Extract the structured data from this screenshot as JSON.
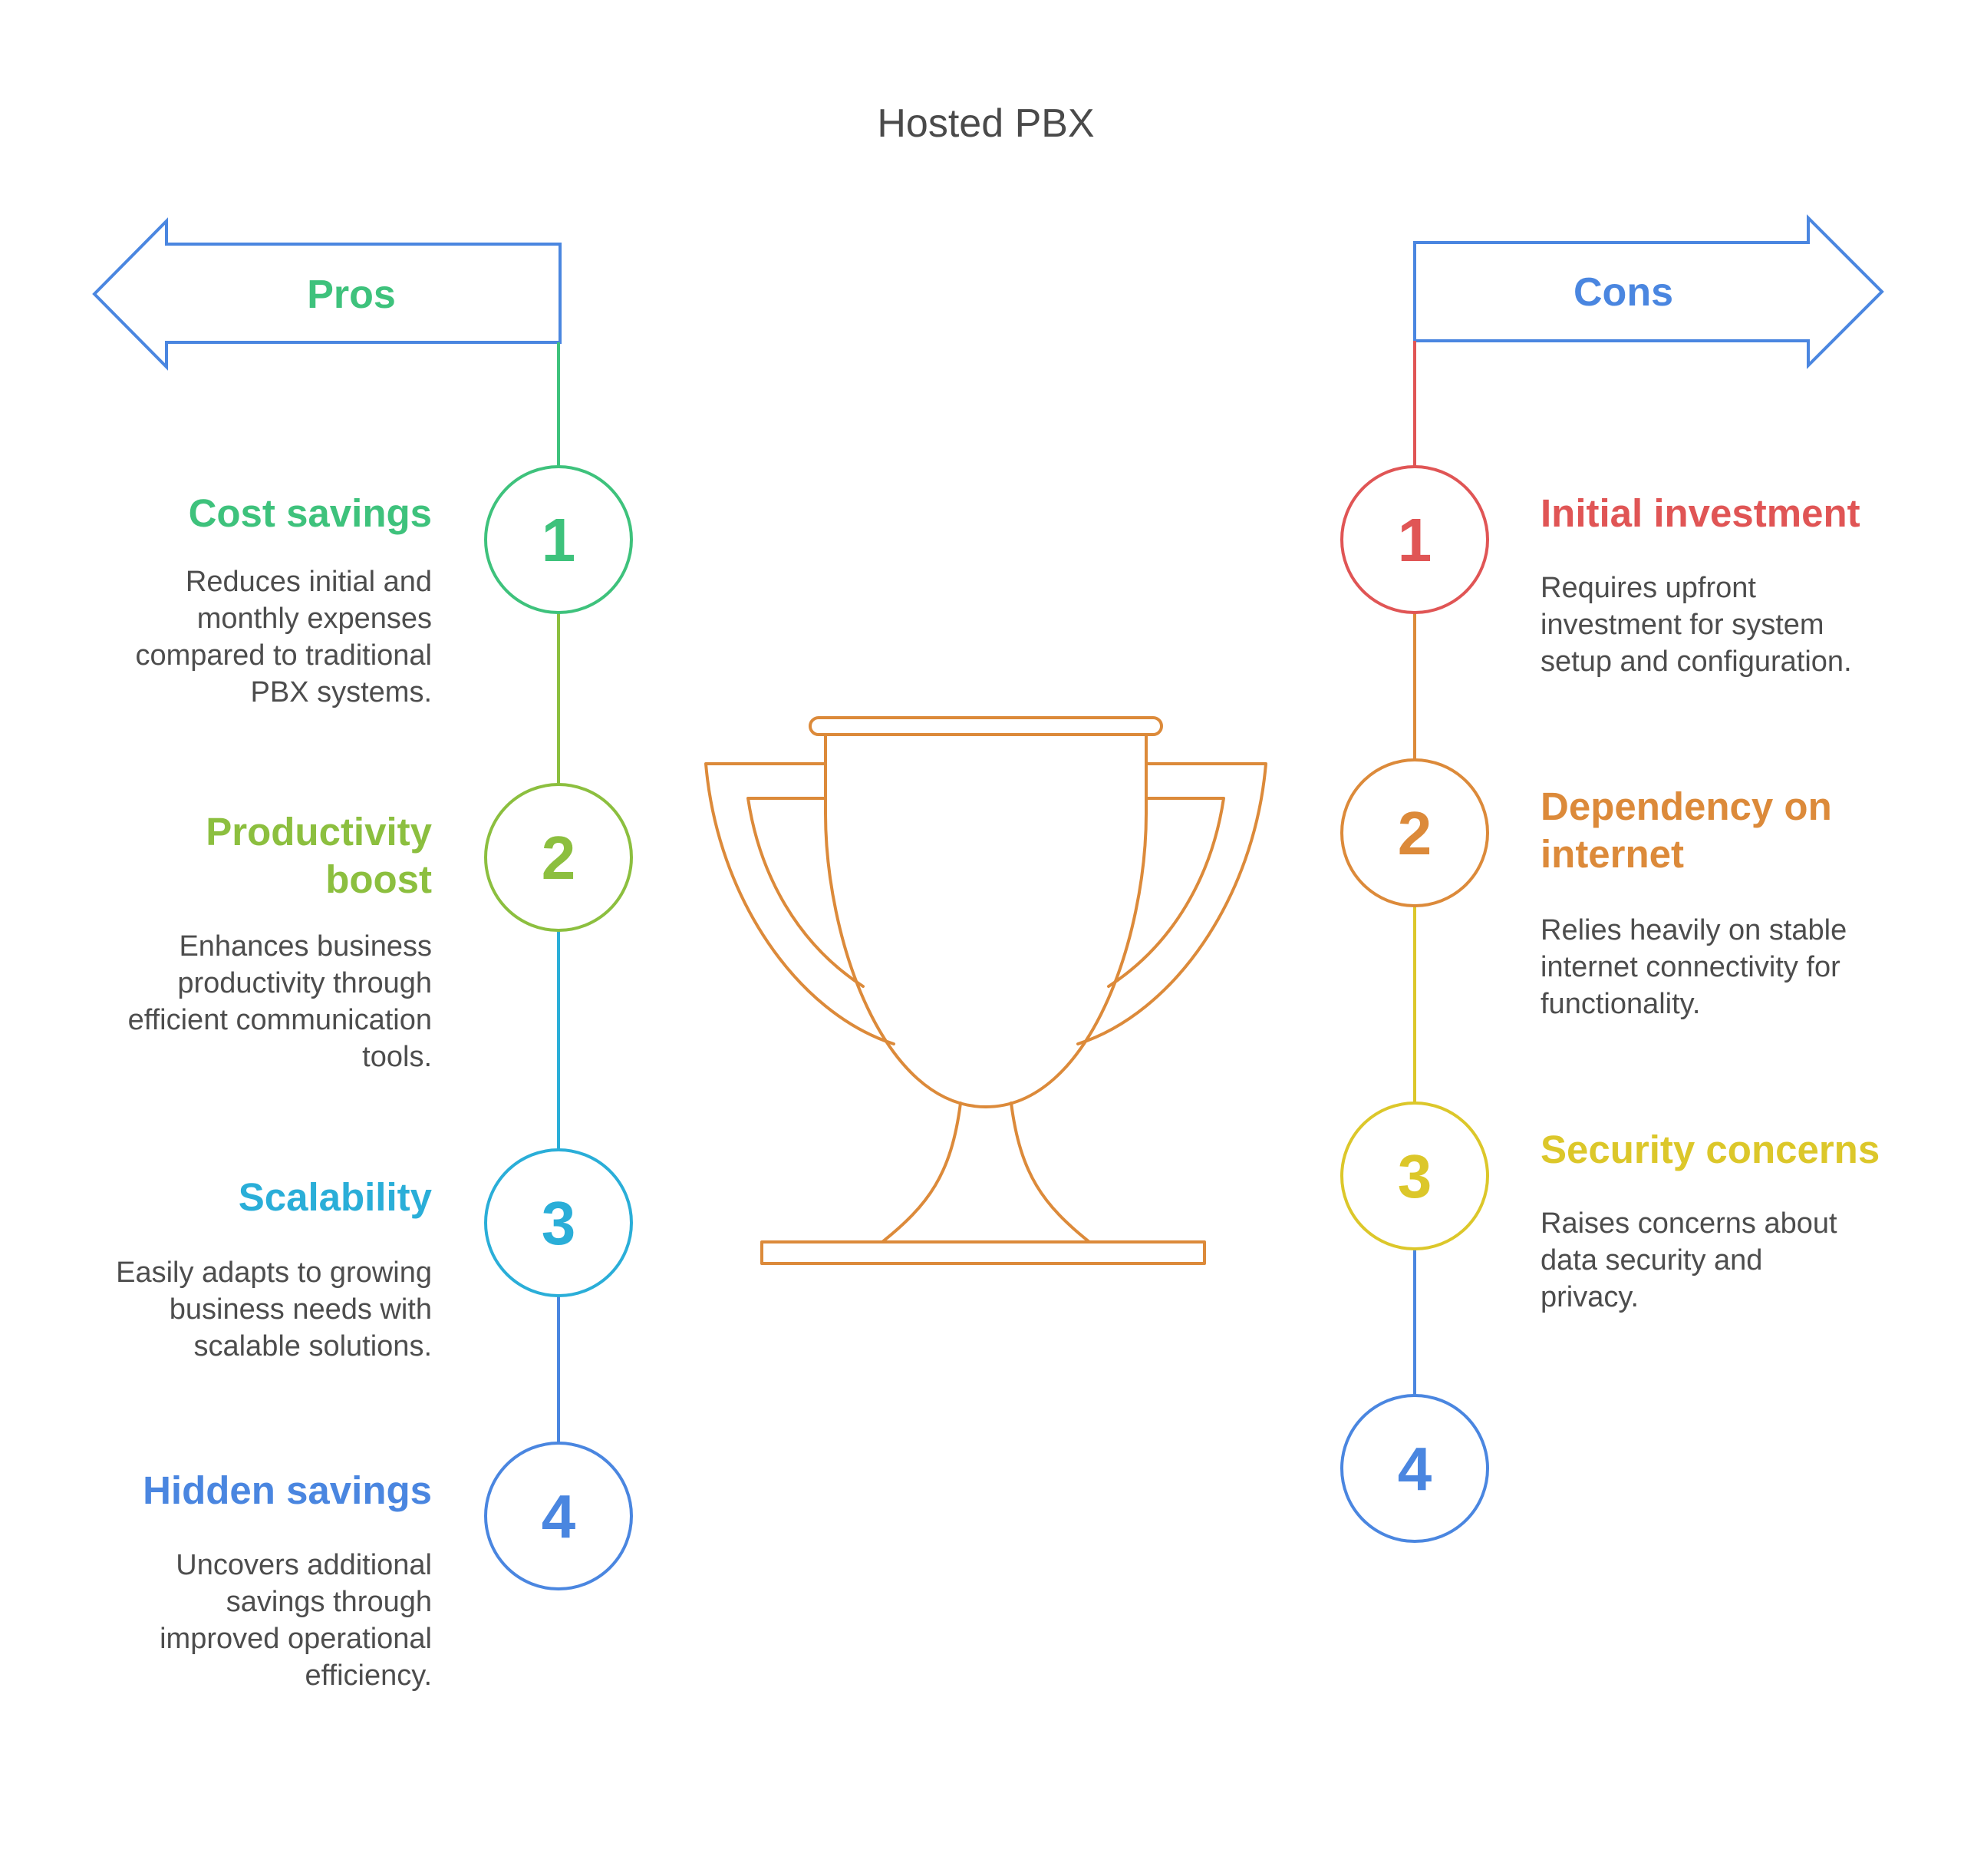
{
  "title": "Hosted PBX",
  "colors": {
    "arrow": "#4a86e0",
    "trophy": "#dc8a3a",
    "text": "#4d4d4d"
  },
  "pros": {
    "label": "Pros",
    "label_color": "#3ec27c",
    "items": [
      {
        "number": "1",
        "title_lines": [
          "Cost savings"
        ],
        "desc_lines": [
          "Reduces initial and",
          "monthly expenses",
          "compared to traditional",
          "PBX systems."
        ],
        "color": "#3ec27c"
      },
      {
        "number": "2",
        "title_lines": [
          "Productivity",
          "boost"
        ],
        "desc_lines": [
          "Enhances business",
          "productivity through",
          "efficient communication",
          "tools."
        ],
        "color": "#8cbf3f"
      },
      {
        "number": "3",
        "title_lines": [
          "Scalability"
        ],
        "desc_lines": [
          "Easily adapts to growing",
          "business needs with",
          "scalable solutions."
        ],
        "color": "#2aaed8"
      },
      {
        "number": "4",
        "title_lines": [
          "Hidden savings"
        ],
        "desc_lines": [
          "Uncovers additional",
          "savings through",
          "improved operational",
          "efficiency."
        ],
        "color": "#4a86e0"
      }
    ]
  },
  "cons": {
    "label": "Cons",
    "label_color": "#4a86e0",
    "items": [
      {
        "number": "1",
        "title_lines": [
          "Initial investment"
        ],
        "desc_lines": [
          "Requires upfront",
          "investment for system",
          "setup and configuration."
        ],
        "color": "#e05555"
      },
      {
        "number": "2",
        "title_lines": [
          "Dependency on",
          "internet"
        ],
        "desc_lines": [
          "Relies heavily on stable",
          "internet connectivity for",
          "functionality."
        ],
        "color": "#dc8a3a"
      },
      {
        "number": "3",
        "title_lines": [
          "Security concerns"
        ],
        "desc_lines": [
          "Raises concerns about",
          "data security and",
          "privacy."
        ],
        "color": "#dcc72a"
      },
      {
        "number": "4",
        "title_lines": [],
        "desc_lines": [],
        "color": "#4a86e0"
      }
    ]
  }
}
